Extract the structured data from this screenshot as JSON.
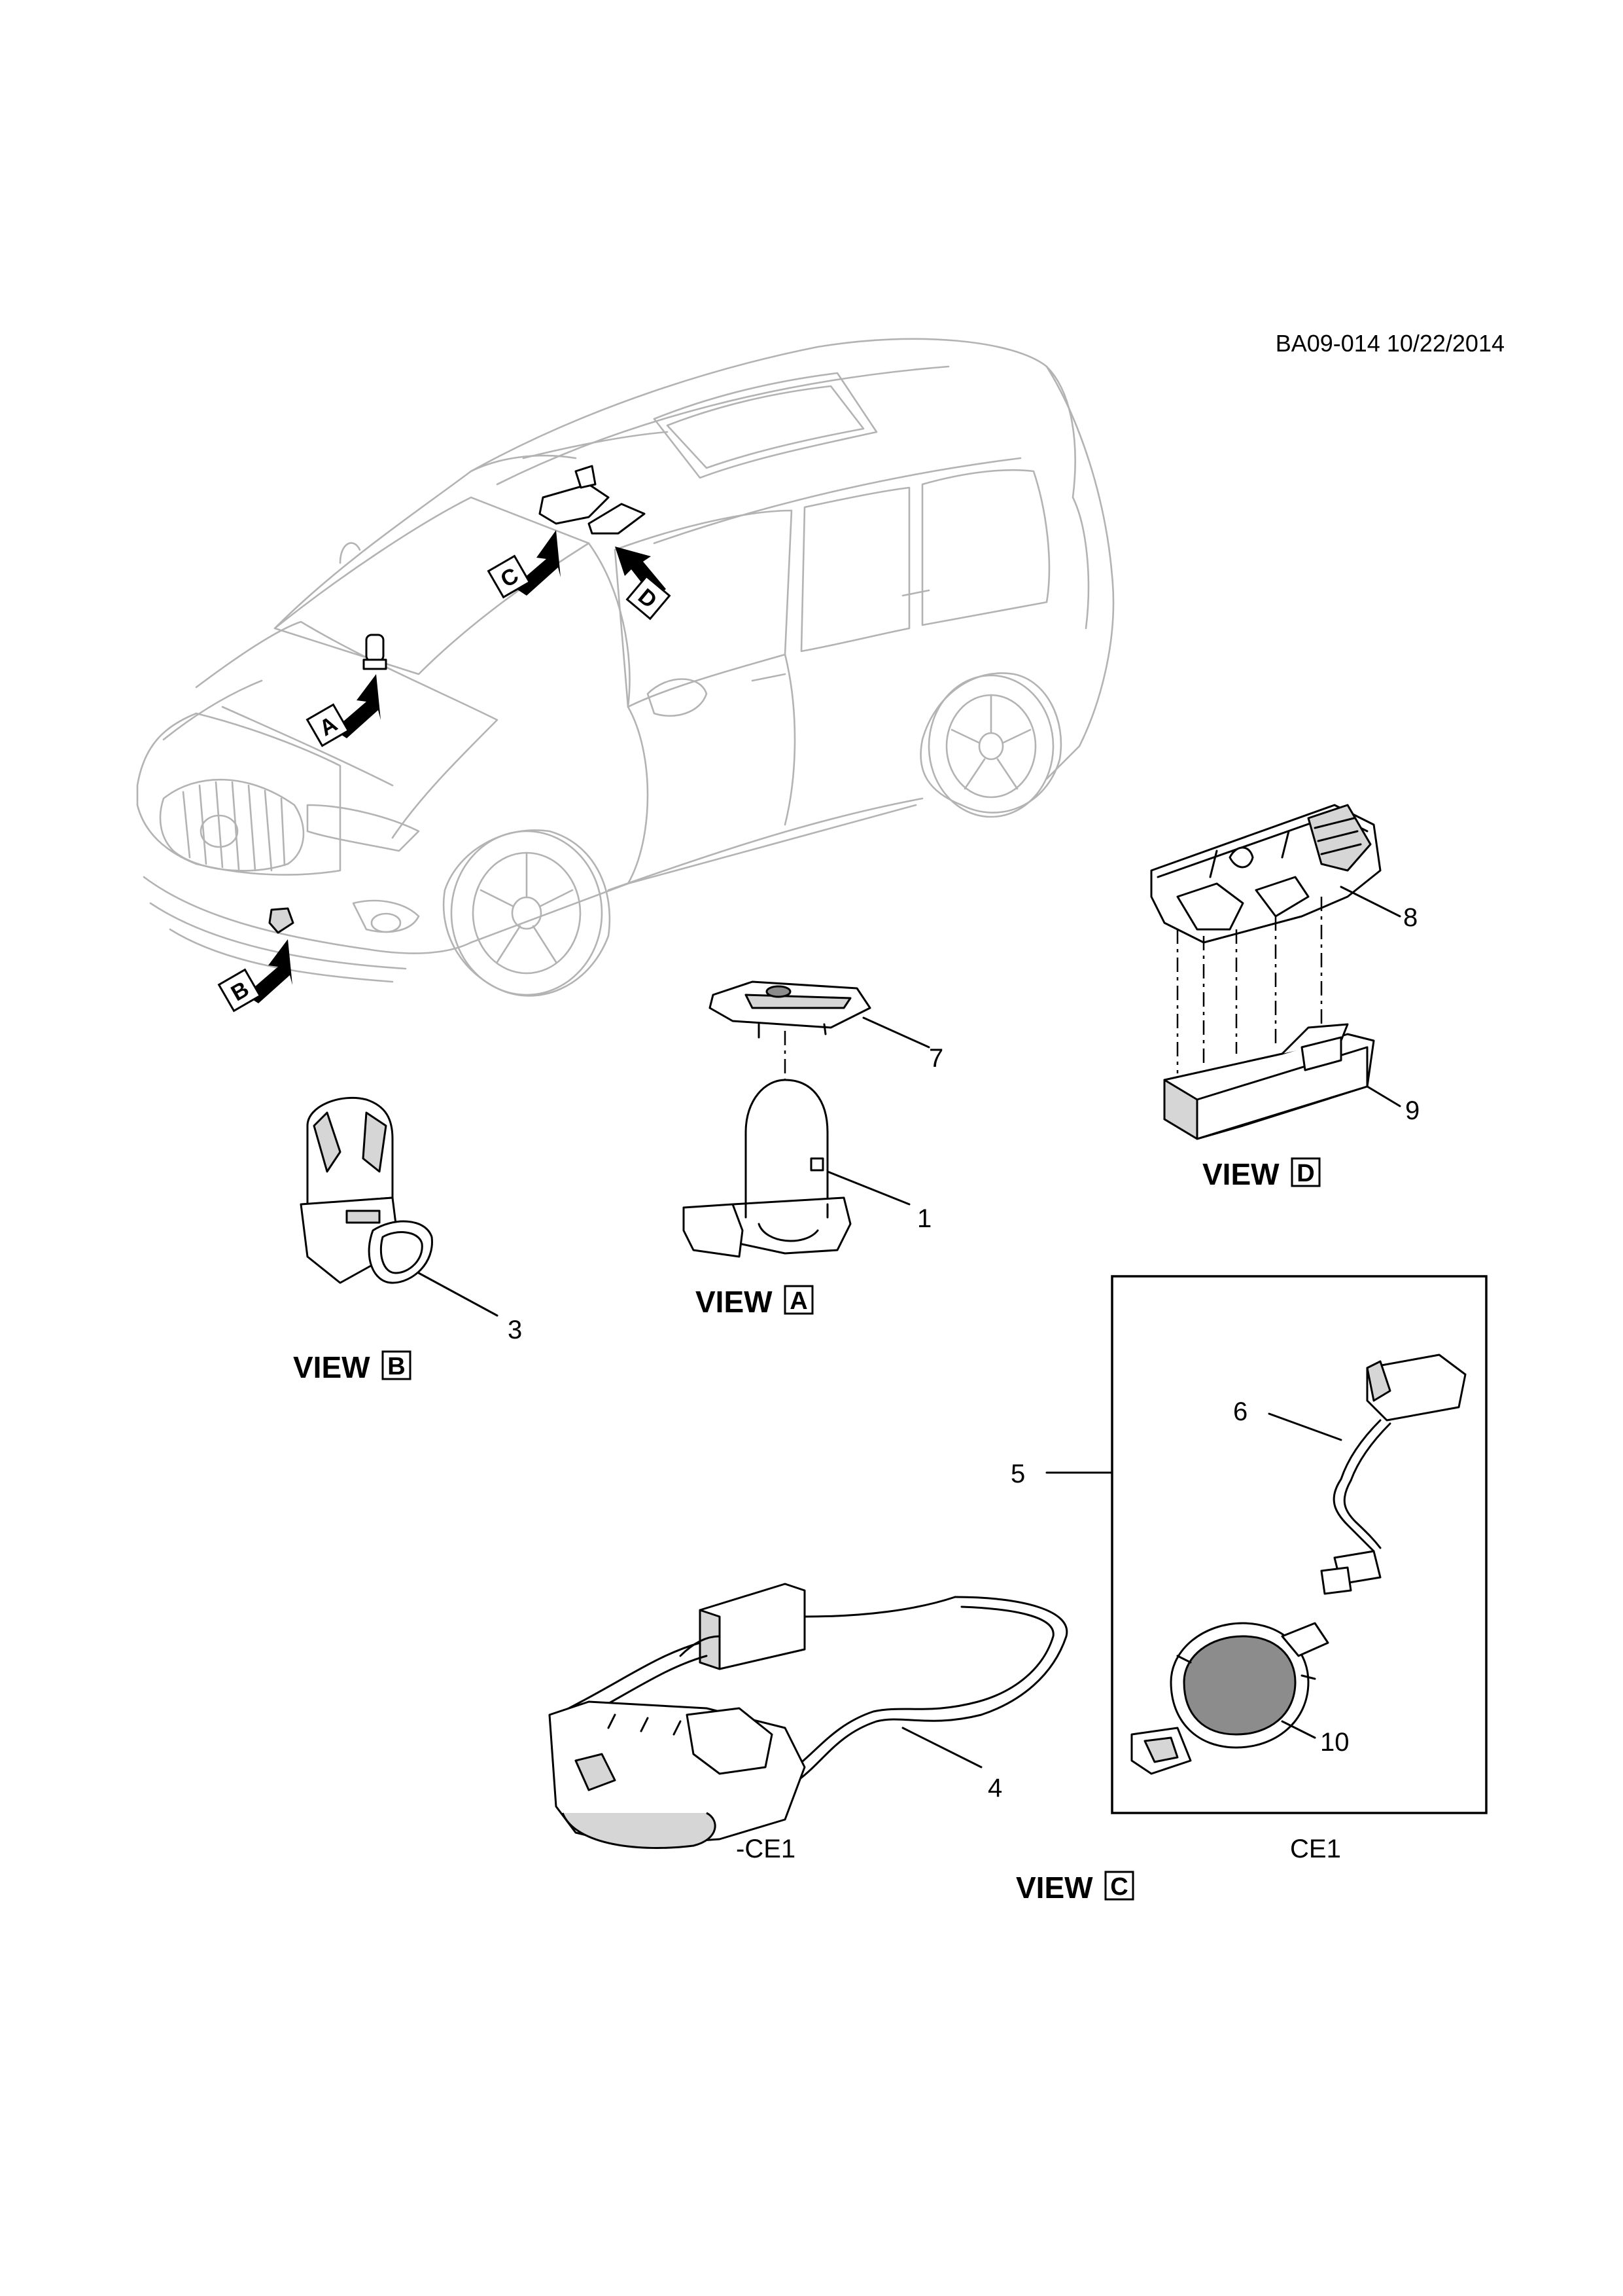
{
  "header": {
    "drawing_id": "BA09-014 10/22/2014"
  },
  "view_arrows": [
    {
      "letter": "A"
    },
    {
      "letter": "B"
    },
    {
      "letter": "C"
    },
    {
      "letter": "D"
    }
  ],
  "views": {
    "A": {
      "word": "VIEW",
      "letter": "A"
    },
    "B": {
      "word": "VIEW",
      "letter": "B"
    },
    "C": {
      "word": "VIEW",
      "letter": "C"
    },
    "D": {
      "word": "VIEW",
      "letter": "D"
    }
  },
  "callouts": [
    "1",
    "3",
    "4",
    "5",
    "6",
    "7",
    "8",
    "9",
    "10"
  ],
  "labels": {
    "neg_ce1": "-CE1",
    "ce1": "CE1"
  }
}
